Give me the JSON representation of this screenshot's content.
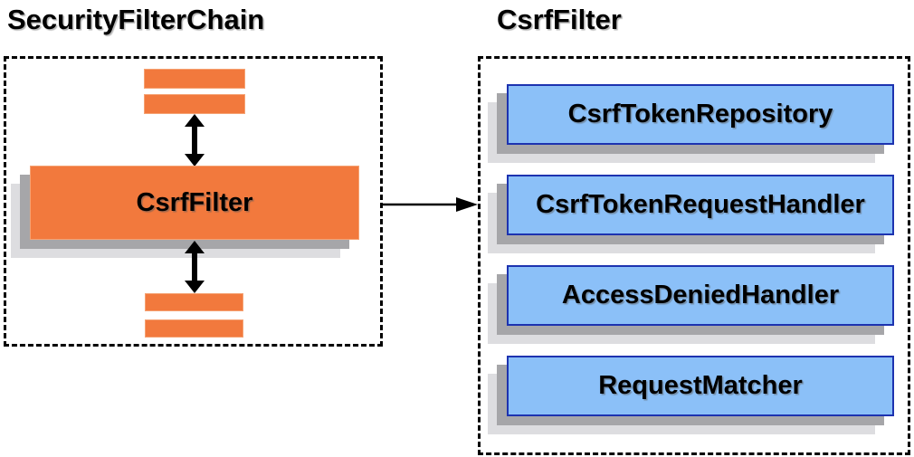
{
  "diagram": {
    "left_panel": {
      "title": "SecurityFilterChain",
      "filter_node_label": "CsrfFilter"
    },
    "right_panel": {
      "title": "CsrfFilter",
      "components": [
        {
          "label": "CsrfTokenRepository"
        },
        {
          "label": "CsrfTokenRequestHandler"
        },
        {
          "label": "AccessDeniedHandler"
        },
        {
          "label": "RequestMatcher"
        }
      ]
    }
  },
  "colors": {
    "orange_fill": "#F2793D",
    "orange_border": "#F5A273",
    "blue_fill": "#8BC0F8",
    "blue_border": "#1D33B0",
    "shadow_dark": "#A6A6A9",
    "shadow_light": "#DDDDE0",
    "line_black": "#000000"
  }
}
